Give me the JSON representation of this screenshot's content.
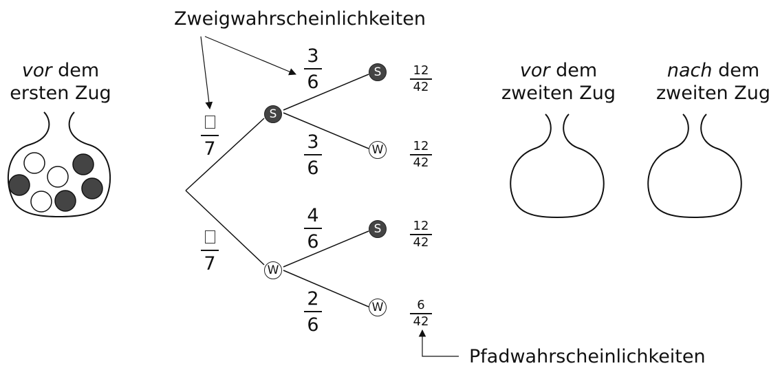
{
  "labels": {
    "branch_probabilities": "Zweigwahrscheinlichkeiten",
    "path_probabilities": "Pfadwahrscheinlichkeiten"
  },
  "urns": {
    "before_first": {
      "italic": "vor",
      "rest_line1": " dem",
      "line2": "ersten Zug"
    },
    "before_second": {
      "italic": "vor",
      "rest_line1": " dem",
      "line2": "zweiten Zug"
    },
    "after_second": {
      "italic": "nach",
      "rest_line1": " dem",
      "line2": "zweiten Zug"
    }
  },
  "urn_contents": {
    "black_balls": 4,
    "white_balls": 3
  },
  "tree": {
    "first_level": [
      {
        "node": "S",
        "numerator": "",
        "denominator": "7"
      },
      {
        "node": "W",
        "numerator": "",
        "denominator": "7"
      }
    ],
    "second_level": [
      {
        "node": "S",
        "numerator": "3",
        "denominator": "6",
        "path_numerator": "12",
        "path_denominator": "42"
      },
      {
        "node": "W",
        "numerator": "3",
        "denominator": "6",
        "path_numerator": "12",
        "path_denominator": "42"
      },
      {
        "node": "S",
        "numerator": "4",
        "denominator": "6",
        "path_numerator": "12",
        "path_denominator": "42"
      },
      {
        "node": "W",
        "numerator": "2",
        "denominator": "6",
        "path_numerator": "6",
        "path_denominator": "42"
      }
    ]
  },
  "colors": {
    "black_ball": "#444444",
    "white_ball": "#ffffff",
    "line": "#111111"
  }
}
